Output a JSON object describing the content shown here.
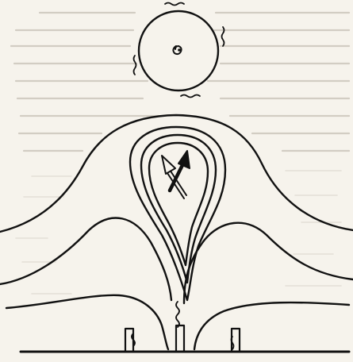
{
  "figure": {
    "style": "hand-drawn line illustration",
    "stroke_color": "#111111",
    "paper_color": "#f6f3ec",
    "ghost_text_color": "#c9c4ba"
  },
  "elements": {
    "sun": "sun-icon",
    "contours": "hill-contour-lines",
    "arrows": [
      "outline-arrow-icon",
      "solid-arrow-icon"
    ],
    "ground": "ground-line",
    "heat_sources": [
      "heat-wave-left",
      "heat-wave-center",
      "heat-wave-right"
    ]
  }
}
